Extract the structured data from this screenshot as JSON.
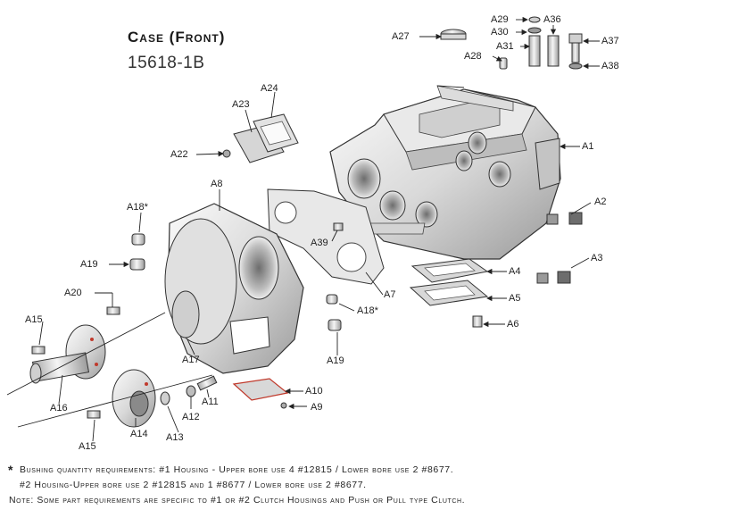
{
  "header": {
    "title": "Case (Front)",
    "part_number": "15618-1B"
  },
  "labels": {
    "A1": "A1",
    "A2": "A2",
    "A3": "A3",
    "A4": "A4",
    "A5": "A5",
    "A6": "A6",
    "A7": "A7",
    "A8": "A8",
    "A9": "A9",
    "A10": "A10",
    "A11": "A11",
    "A12": "A12",
    "A13": "A13",
    "A14": "A14",
    "A15a": "A15",
    "A15b": "A15",
    "A16": "A16",
    "A17": "A17",
    "A18a": "A18*",
    "A18b": "A18*",
    "A19a": "A19",
    "A19b": "A19",
    "A20": "A20",
    "A22": "A22",
    "A23": "A23",
    "A24": "A24",
    "A27": "A27",
    "A28": "A28",
    "A29": "A29",
    "A30": "A30",
    "A31": "A31",
    "A36": "A36",
    "A37": "A37",
    "A38": "A38",
    "A39": "A39"
  },
  "notes": {
    "asterisk": "*",
    "line1": "Bushing quantity requirements: #1 Housing - Upper bore use 4 #12815 / Lower bore use 2 #8677.",
    "line2": "#2 Housing-Upper bore use 2 #12815 and 1 #8677 / Lower bore use 2 #8677.",
    "line3": "Note: Some part requirements are specific to #1 or #2 Clutch Housings and Push or Pull type Clutch."
  },
  "colors": {
    "metal_light": "#f2f2f2",
    "metal_mid": "#c8c8c8",
    "metal_dark": "#8a8a8a",
    "outline": "#3a3a3a",
    "gasket_accent": "#c0392b"
  }
}
